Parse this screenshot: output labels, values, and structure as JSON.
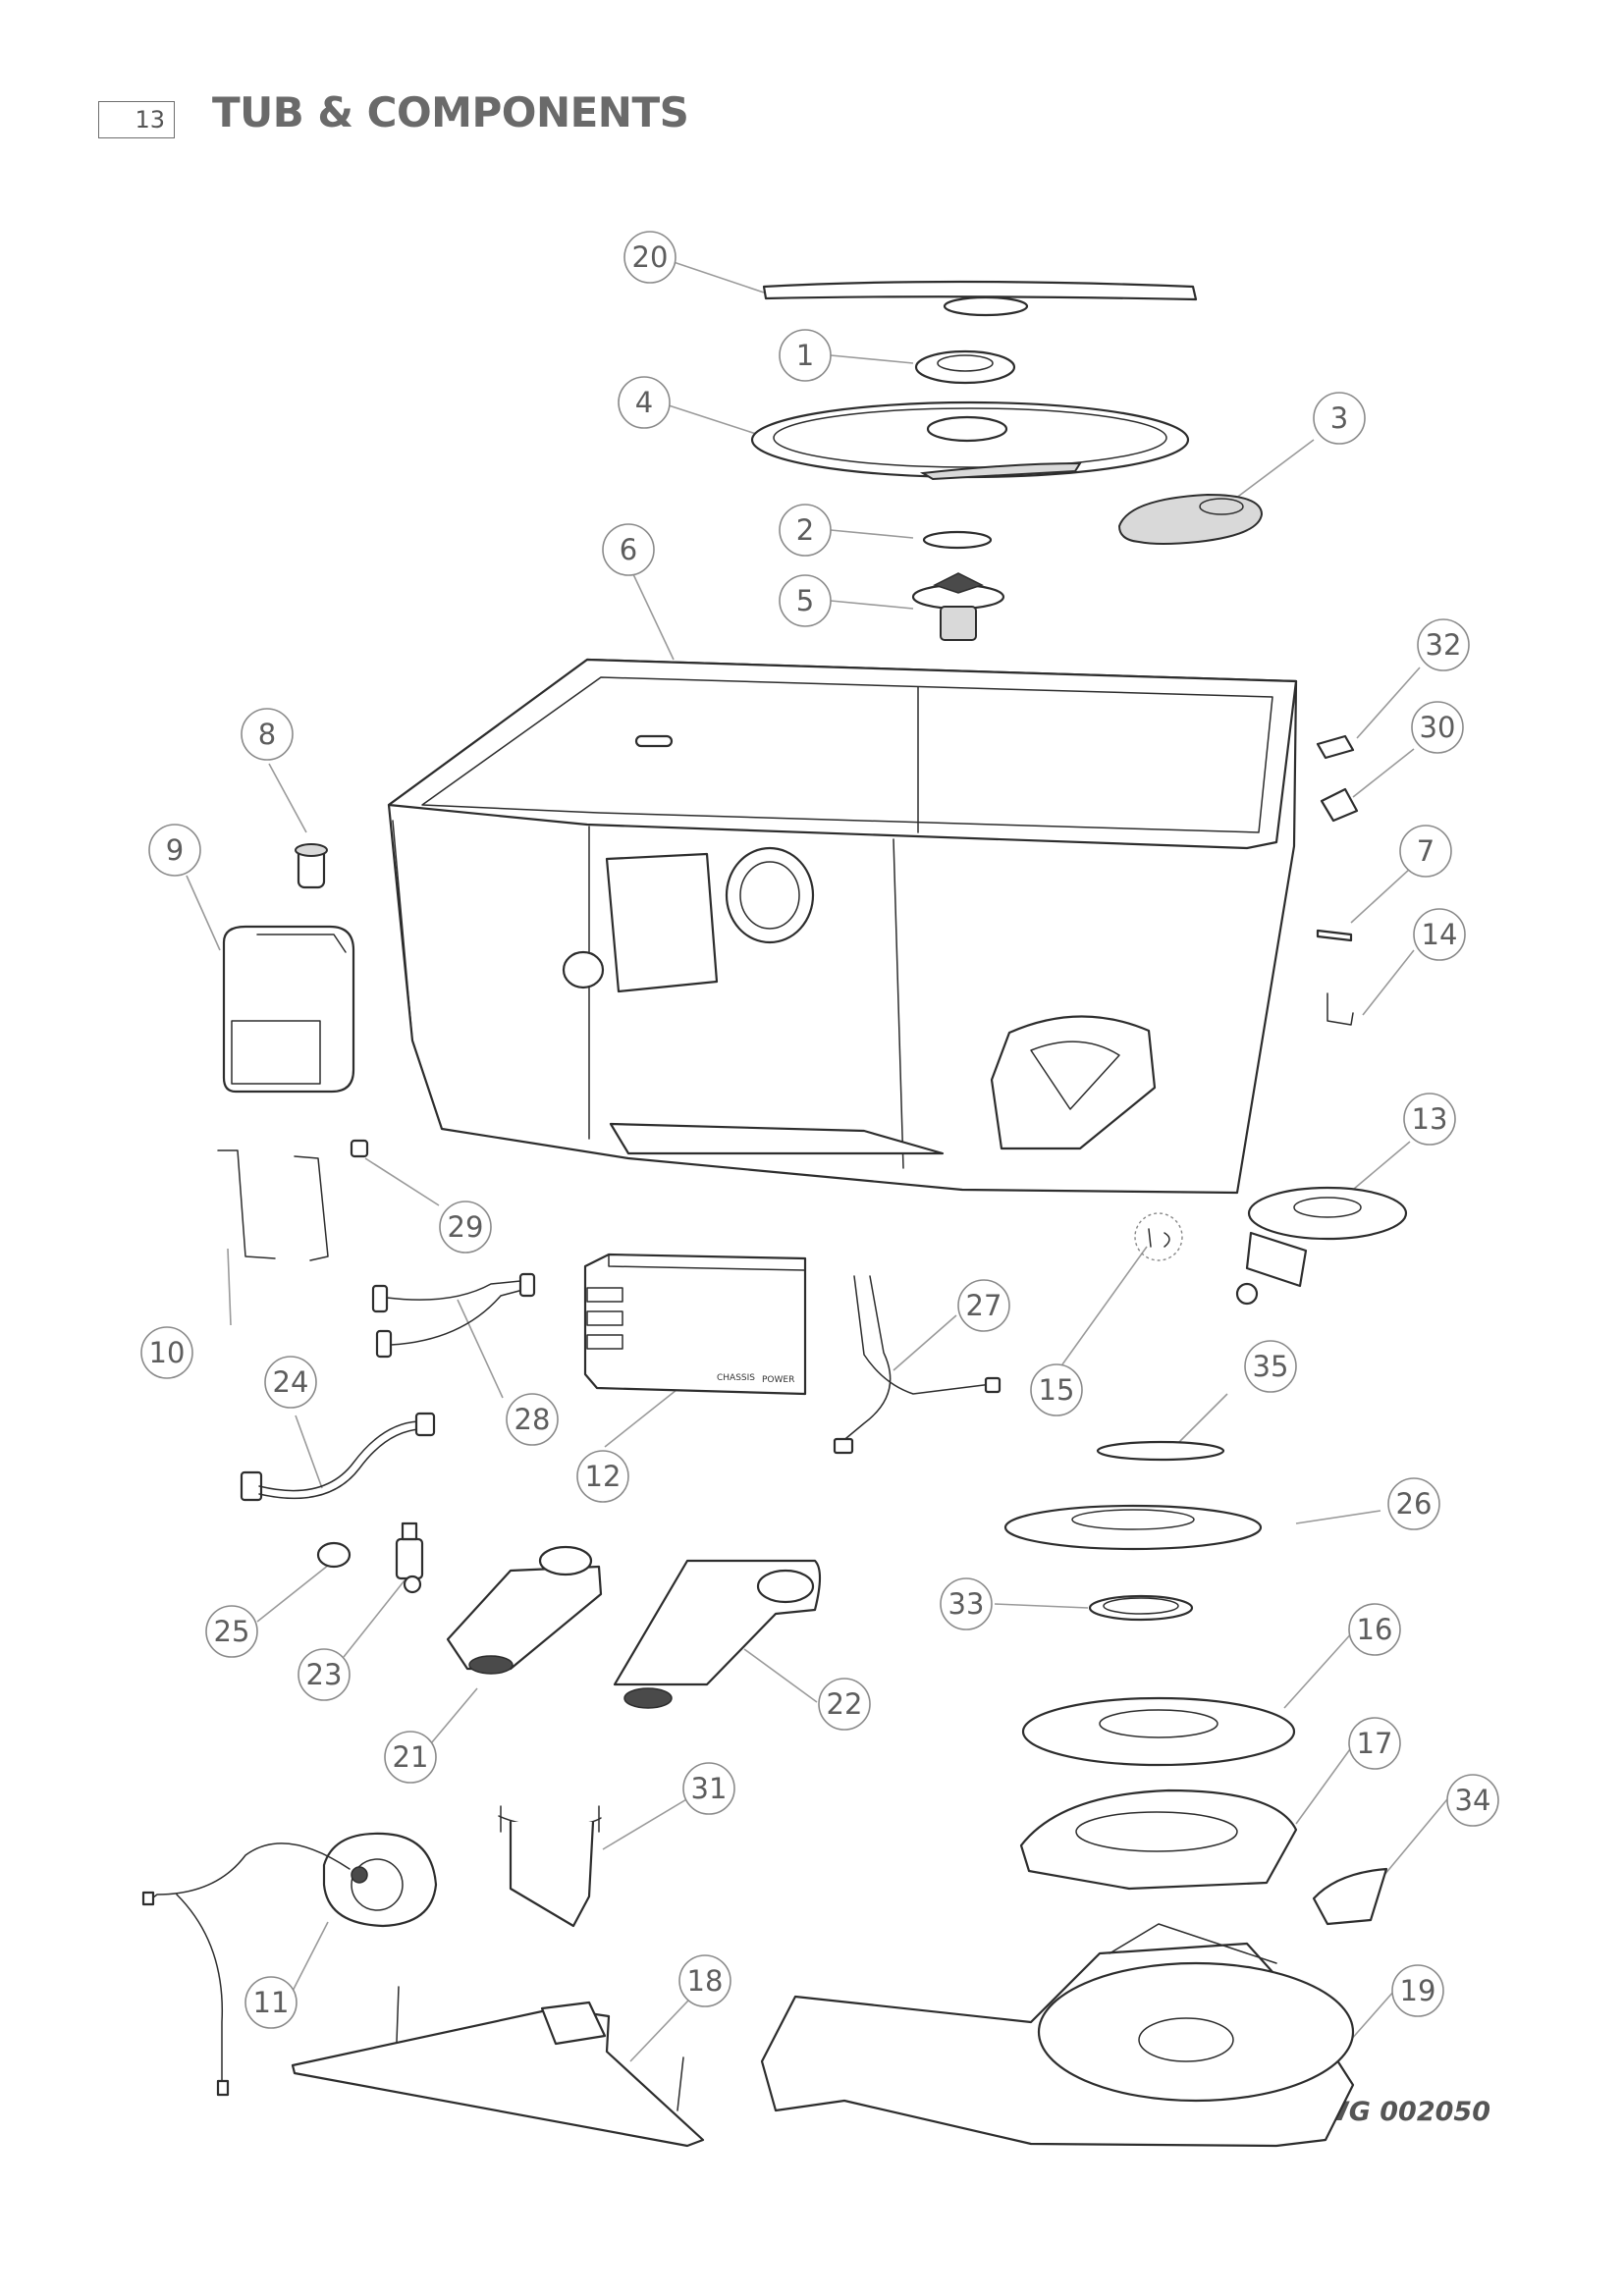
{
  "page": {
    "number": "13",
    "title": "TUB & COMPONENTS",
    "drawing_number": "DWG 002050"
  },
  "callouts": [
    {
      "id": "20",
      "label": "20"
    },
    {
      "id": "1",
      "label": "1"
    },
    {
      "id": "4",
      "label": "4"
    },
    {
      "id": "3",
      "label": "3"
    },
    {
      "id": "2",
      "label": "2"
    },
    {
      "id": "6",
      "label": "6"
    },
    {
      "id": "5",
      "label": "5"
    },
    {
      "id": "32",
      "label": "32"
    },
    {
      "id": "30",
      "label": "30"
    },
    {
      "id": "8",
      "label": "8"
    },
    {
      "id": "9",
      "label": "9"
    },
    {
      "id": "7",
      "label": "7"
    },
    {
      "id": "14",
      "label": "14"
    },
    {
      "id": "13",
      "label": "13"
    },
    {
      "id": "29",
      "label": "29"
    },
    {
      "id": "10",
      "label": "10"
    },
    {
      "id": "27",
      "label": "27"
    },
    {
      "id": "15",
      "label": "15"
    },
    {
      "id": "35",
      "label": "35"
    },
    {
      "id": "24",
      "label": "24"
    },
    {
      "id": "28",
      "label": "28"
    },
    {
      "id": "12",
      "label": "12"
    },
    {
      "id": "26",
      "label": "26"
    },
    {
      "id": "33",
      "label": "33"
    },
    {
      "id": "25",
      "label": "25"
    },
    {
      "id": "23",
      "label": "23"
    },
    {
      "id": "22",
      "label": "22"
    },
    {
      "id": "16",
      "label": "16"
    },
    {
      "id": "21",
      "label": "21"
    },
    {
      "id": "17",
      "label": "17"
    },
    {
      "id": "31",
      "label": "31"
    },
    {
      "id": "34",
      "label": "34"
    },
    {
      "id": "11",
      "label": "11"
    },
    {
      "id": "18",
      "label": "18"
    },
    {
      "id": "19",
      "label": "19"
    }
  ],
  "pcb_labels": {
    "power": "POWER",
    "chassis": "CHASSIS"
  }
}
